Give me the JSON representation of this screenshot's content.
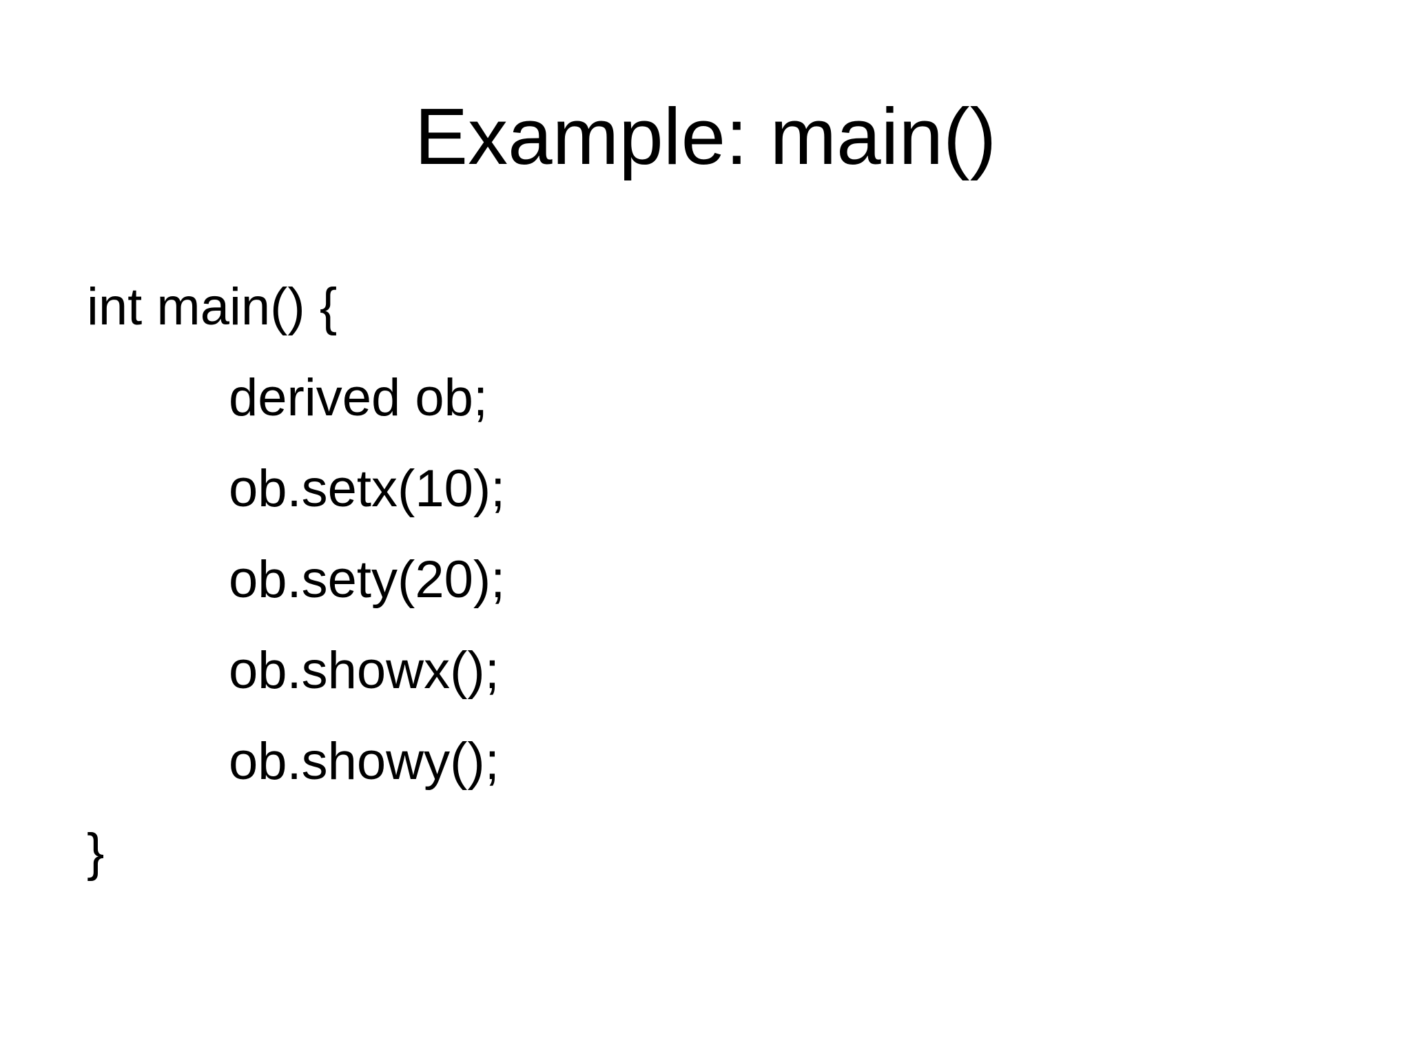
{
  "slide": {
    "title": "Example: main()",
    "code_lines": [
      {
        "text": "int main() {",
        "indent": 0
      },
      {
        "text": "derived ob;",
        "indent": 1
      },
      {
        "text": "ob.setx(10);",
        "indent": 1
      },
      {
        "text": "ob.sety(20);",
        "indent": 1
      },
      {
        "text": "ob.showx();",
        "indent": 1
      },
      {
        "text": "ob.showy();",
        "indent": 1
      },
      {
        "text": "}",
        "indent": 0
      }
    ]
  }
}
